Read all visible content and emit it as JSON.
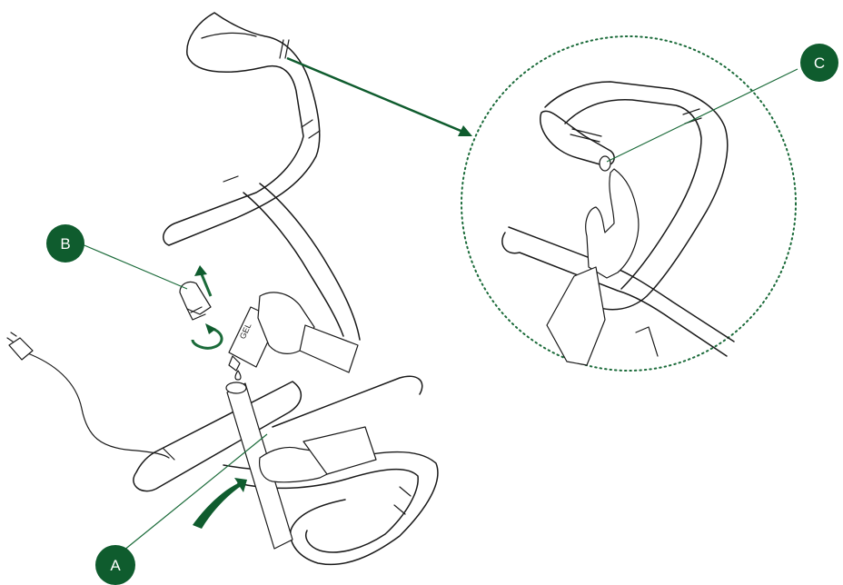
{
  "labels": {
    "a": "A",
    "b": "B",
    "c": "C"
  },
  "bottle_text": "GEL",
  "colors": {
    "accent": "#0f5c2e",
    "callout_line": "#1b6b3a",
    "line_art": "#1a1a1a",
    "background": "#ffffff"
  }
}
